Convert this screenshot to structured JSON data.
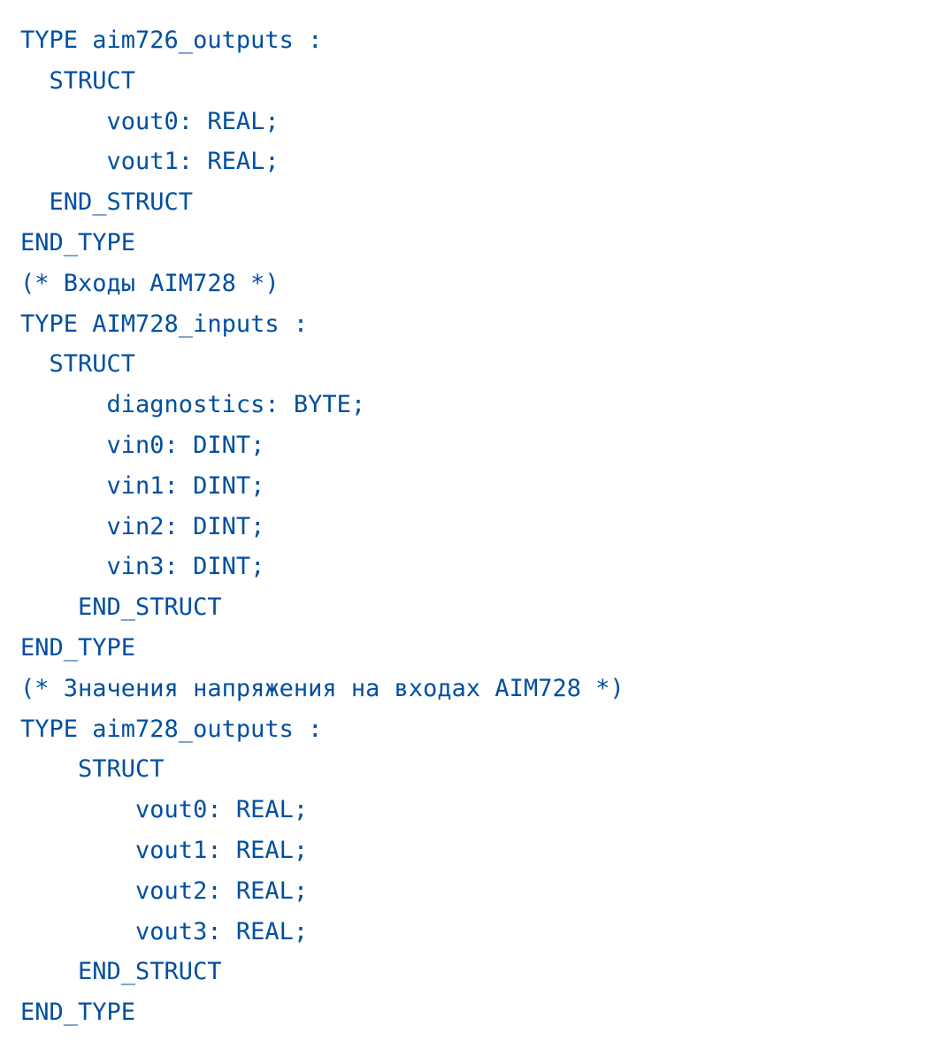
{
  "code": {
    "lines": [
      "TYPE aim726_outputs :",
      "  STRUCT",
      "      vout0: REAL;",
      "      vout1: REAL;",
      "  END_STRUCT",
      "END_TYPE",
      "(* Входы AIM728 *)",
      "TYPE AIM728_inputs :",
      "  STRUCT",
      "      diagnostics: BYTE;",
      "      vin0: DINT;",
      "      vin1: DINT;",
      "      vin2: DINT;",
      "      vin3: DINT;",
      "    END_STRUCT",
      "END_TYPE",
      "(* Значения напряжения на входах AIM728 *)",
      "TYPE aim728_outputs :",
      "    STRUCT",
      "        vout0: REAL;",
      "        vout1: REAL;",
      "        vout2: REAL;",
      "        vout3: REAL;",
      "    END_STRUCT",
      "END_TYPE"
    ]
  },
  "colors": {
    "code_text": "#004fa0",
    "background": "#ffffff"
  }
}
